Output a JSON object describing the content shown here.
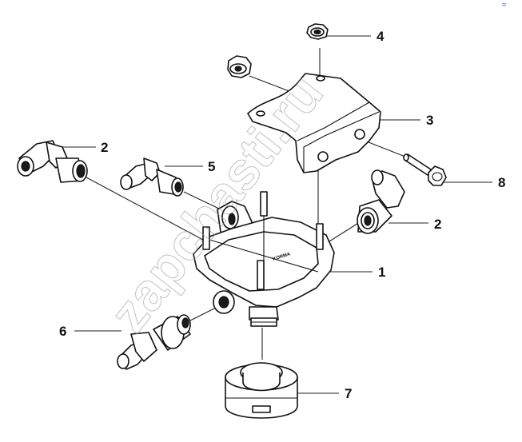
{
  "diagram": {
    "callouts": [
      {
        "id": "c1",
        "number": "1",
        "part": "valve-body"
      },
      {
        "id": "c2a",
        "number": "2",
        "part": "elbow-fitting-left"
      },
      {
        "id": "c2b",
        "number": "2",
        "part": "elbow-fitting-right"
      },
      {
        "id": "c3",
        "number": "3",
        "part": "mounting-bracket"
      },
      {
        "id": "c4",
        "number": "4",
        "part": "flange-nut"
      },
      {
        "id": "c5",
        "number": "5",
        "part": "elbow-fitting-small"
      },
      {
        "id": "c6",
        "number": "6",
        "part": "elbow-fitting-lower"
      },
      {
        "id": "c7",
        "number": "7",
        "part": "silencer-cap"
      },
      {
        "id": "c8",
        "number": "8",
        "part": "flange-bolt"
      }
    ],
    "brand_mark": "KORMA",
    "watermark": "zapchasti.ru",
    "corner_mark": "≈"
  }
}
